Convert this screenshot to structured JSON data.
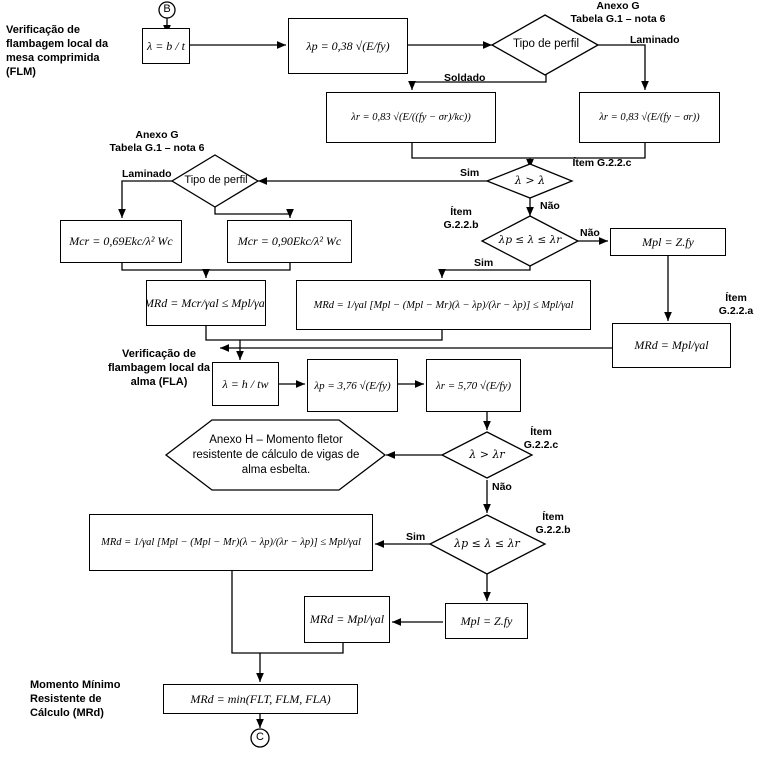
{
  "connectors": {
    "top": "B",
    "bottom": "C"
  },
  "sections": {
    "flm": "Verificação de flambagem local da mesa comprimida (FLM)",
    "fla": "Verificação de flambagem local da alma (FLA)",
    "mrd": "Momento Mínimo Resistente de Cálculo (MRd)"
  },
  "annex_g_right": {
    "line1": "Anexo G",
    "line2": "Tabela G.1 – nota 6"
  },
  "annex_g_left": {
    "line1": "Anexo G",
    "line2": "Tabela G.1 – nota 6"
  },
  "decisions": {
    "tipo_perfil_1": "Tipo de perfil",
    "tipo_perfil_2": "Tipo de perfil",
    "d_lr_1": "λ > λ",
    "d_range_1": "λp ≤ λ ≤ λr",
    "d_lr_2": "λ > λr",
    "d_range_2": "λp ≤ λ ≤ λr"
  },
  "edge_labels": {
    "laminado_1": "Laminado",
    "soldado": "Soldado",
    "laminado_2": "Laminado",
    "sim_1": "Sim",
    "nao_1": "Não",
    "nao_2": "Não",
    "sim_2": "Sim",
    "nao_3": "Não",
    "sim_3": "Sim"
  },
  "items": {
    "g22c_1": "Ítem G.2.2.c",
    "g22b_1": "Ítem G.2.2.b",
    "g22a": "Ítem G.2.2.a",
    "g22c_2": "Ítem G.2.2.c",
    "g22b_2": "Ítem G.2.2.b"
  },
  "annex_h": "Anexo H – Momento fletor resistente de cálculo de vigas de alma esbelta.",
  "formulas": {
    "lambda_flm": "λ = b / t",
    "lambda_p_flm": "λp = 0,38 √(E/fy)",
    "lambda_r_soldado": "λr = 0,83 √(E/((fy − σr)/kc))",
    "lambda_r_laminado": "λr = 0,83 √(E/(fy − σr))",
    "mcr_laminado": "Mcr = 0,69Ekc/λ² Wc",
    "mcr_soldado": "Mcr = 0,90Ekc/λ² Wc",
    "mpl_1": "Mpl = Z.fy",
    "mrd_mcr": "MRd = Mcr/γal ≤ Mpl/γal",
    "mrd_inter_1": "MRd = 1/γal [Mpl − (Mpl − Mr)(λ − λp)/(λr − λp)] ≤ Mpl/γal",
    "mrd_mpl_1": "MRd = Mpl/γal",
    "lambda_fla": "λ = h / tw",
    "lambda_p_fla": "λp = 3,76 √(E/fy)",
    "lambda_r_fla": "λr = 5,70 √(E/fy)",
    "mrd_inter_2": "MRd = 1/γal [Mpl − (Mpl − Mr)(λ − λp)/(λr − λp)] ≤ Mpl/γal",
    "mpl_2": "Mpl = Z.fy",
    "mrd_mpl_2": "MRd = Mpl/γal",
    "mrd_min": "MRd = min(FLT, FLM, FLA)"
  }
}
